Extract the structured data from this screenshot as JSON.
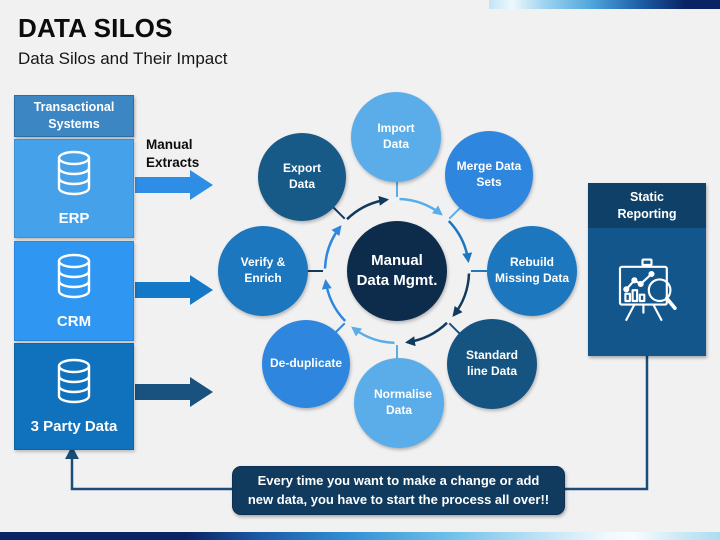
{
  "slide": {
    "title": "DATA SILOS",
    "subtitle": "Data Silos and Their Impact"
  },
  "transactional": {
    "header": "Transactional Systems",
    "systems": [
      {
        "label": "ERP"
      },
      {
        "label": "CRM"
      },
      {
        "label": "3 Party Data"
      }
    ]
  },
  "labels": {
    "manual_extracts": "Manual Extracts"
  },
  "hub": {
    "line1": "Manual",
    "line2": "Data Mgmt."
  },
  "cycle": [
    {
      "label": "Import Data"
    },
    {
      "label": "Merge Data Sets"
    },
    {
      "label": "Rebuild Missing Data"
    },
    {
      "label": "Standard line Data"
    },
    {
      "label": "Normalise Data"
    },
    {
      "label": "De-duplicate"
    },
    {
      "label": "Verify & Enrich"
    },
    {
      "label": "Export Data"
    }
  ],
  "static_reporting": {
    "header": "Static Reporting"
  },
  "callout": {
    "line1": "Every time you want to make a change or add",
    "line2": "new data, you have to start the process all over!!"
  },
  "colors": {
    "accent_navy": "#0a2365",
    "accent_blue": "#2f8ed2",
    "accent_light_blue": "#5aade9",
    "hub_navy": "#0d2b4b",
    "callout_navy": "#103a5e"
  }
}
